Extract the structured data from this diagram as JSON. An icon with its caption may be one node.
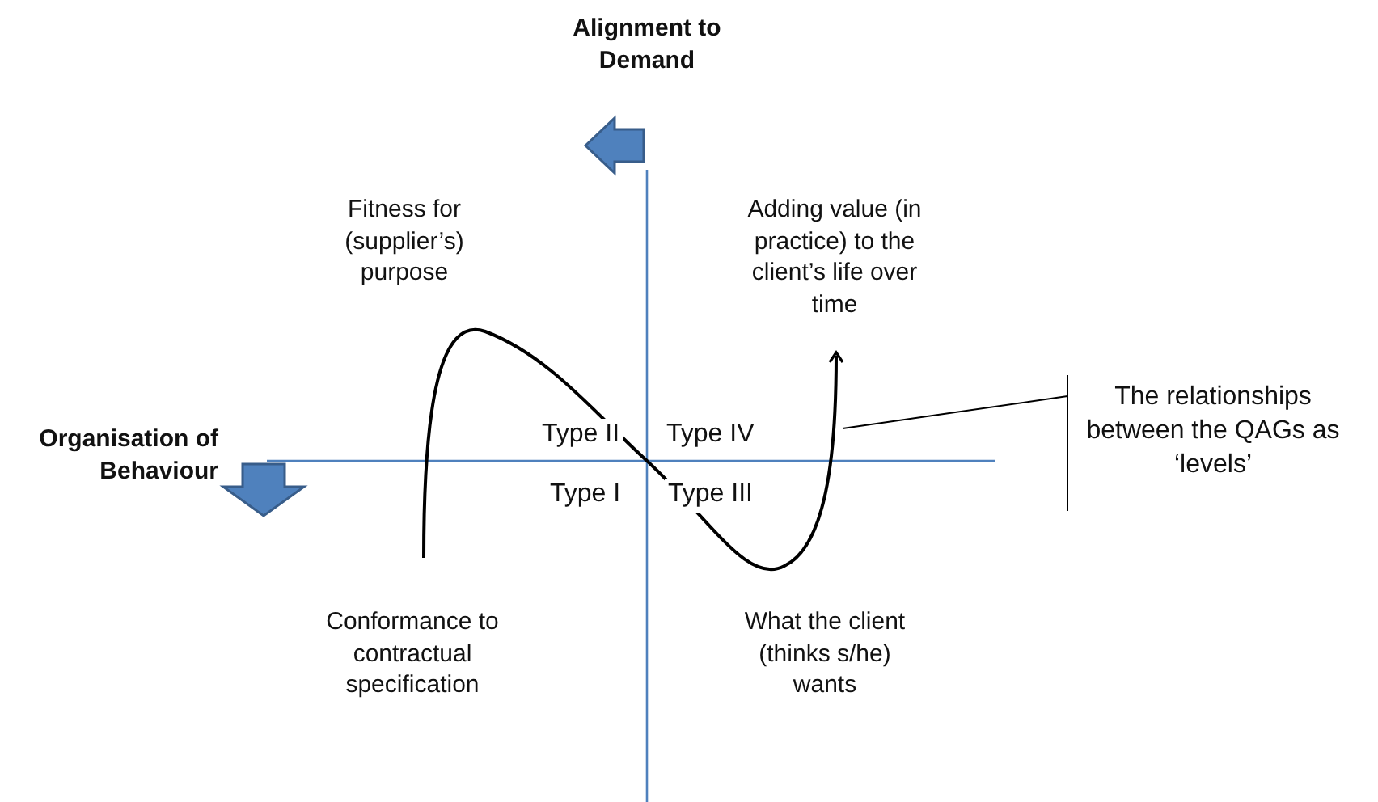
{
  "diagram": {
    "nodes": [
      {
        "text": [
          "The relationships between the QAGs as ‘levels’"
        ]
      },
      {
        "text": [],
        "shape": "curve"
      }
    ],
    "edges": [
      {
        "from": 0,
        "to": 1,
        "arrow": "none"
      }
    ],
    "labels": [
      "Alignment to Demand",
      "Fitness for (supplier’s) purpose",
      "Adding value (in practice) to the client’s life over time",
      "Organisation of Behaviour",
      "Type II",
      "Type IV",
      "Type I",
      "Type III",
      "Conformance to contractual specification",
      "What the client (thinks s/he) wants"
    ]
  }
}
